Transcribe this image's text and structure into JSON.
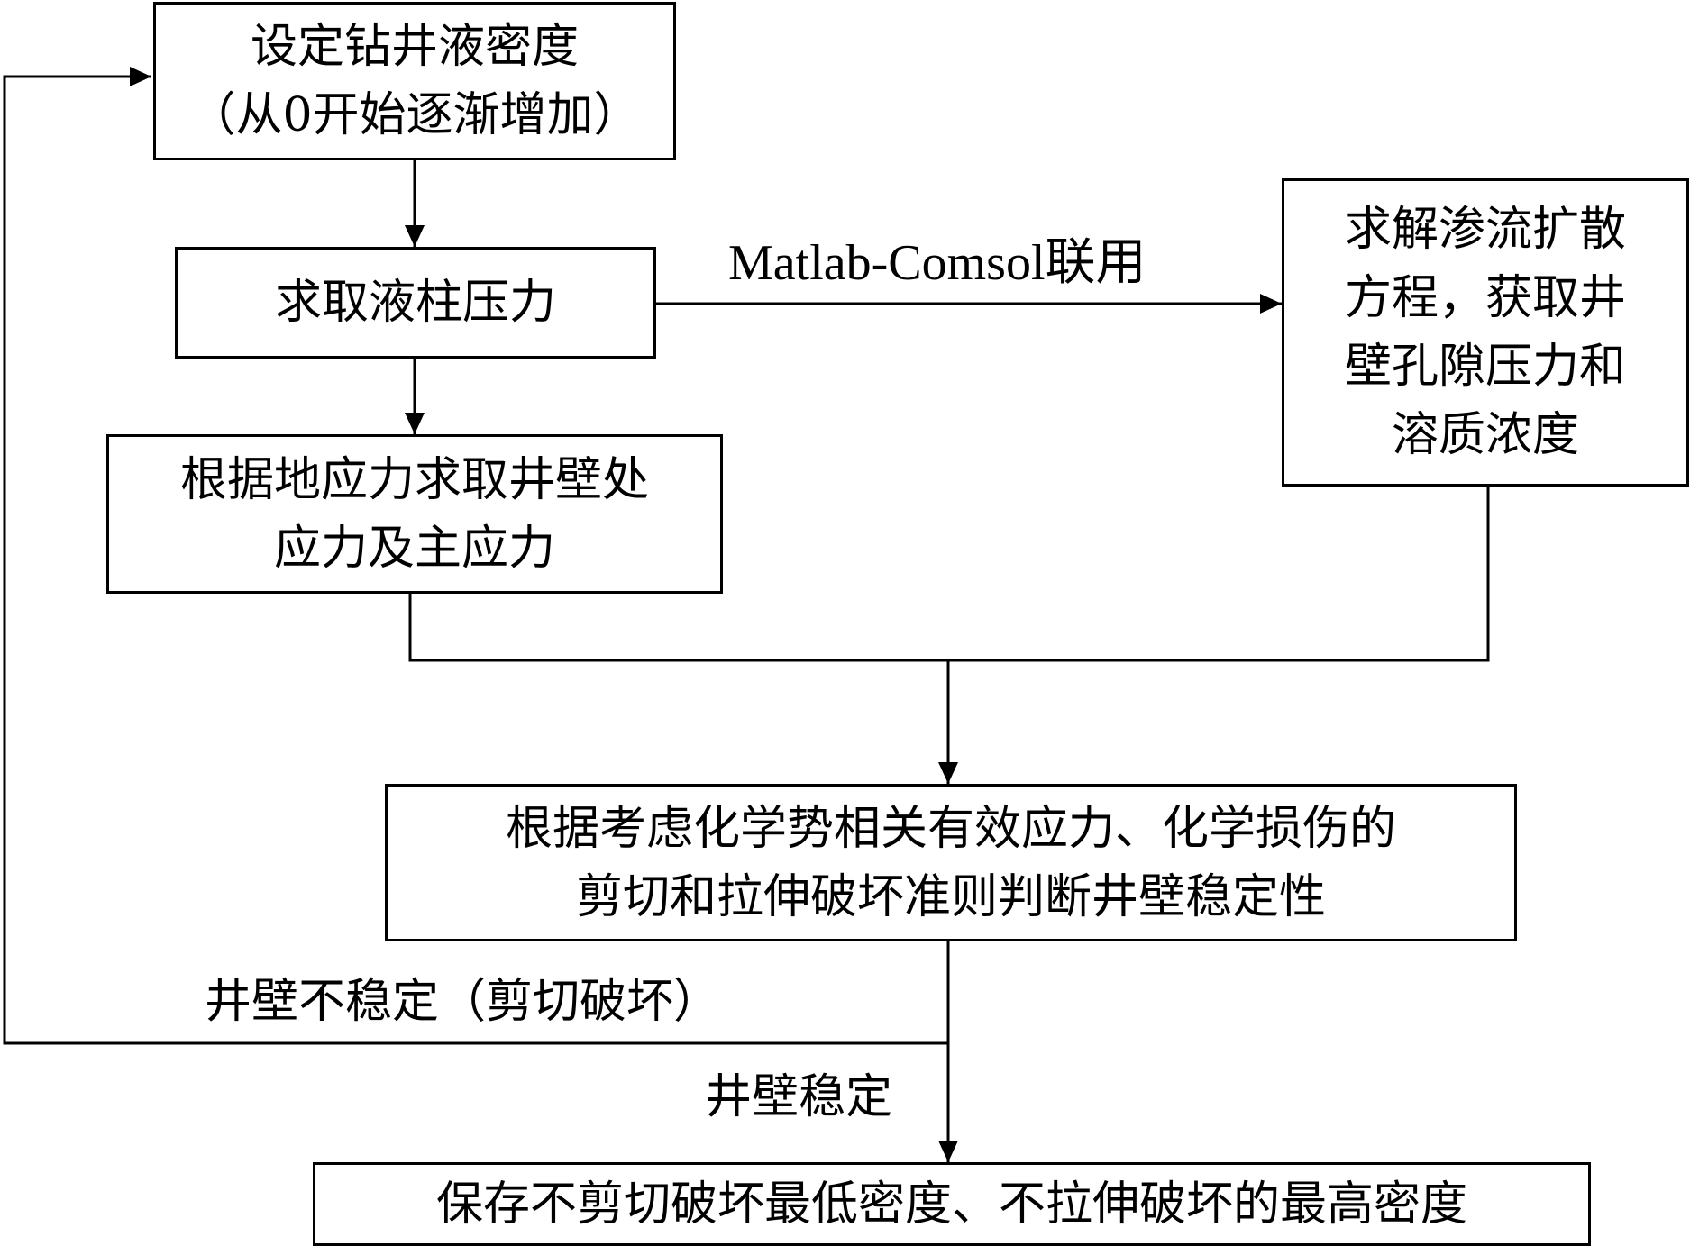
{
  "nodes": {
    "set_density": {
      "lines": [
        "设定钻井液密度",
        "（从0开始逐渐增加）"
      ]
    },
    "liquid_column": {
      "lines": [
        "求取液柱压力"
      ]
    },
    "wall_stress": {
      "lines": [
        "根据地应力求取井壁处",
        "应力及主应力"
      ]
    },
    "seepage": {
      "lines": [
        "求解渗流扩散",
        "方程，获取井",
        "壁孔隙压力和",
        "溶质浓度"
      ]
    },
    "criteria": {
      "lines": [
        "根据考虑化学势相关有效应力、化学损伤的",
        "剪切和拉伸破坏准则判断井壁稳定性"
      ]
    },
    "save": {
      "lines": [
        "保存不剪切破坏最低密度、不拉伸破坏的最高密度"
      ]
    }
  },
  "edge_labels": {
    "coupling": "Matlab-Comsol联用",
    "unstable": "井壁不稳定（剪切破坏）",
    "stable": "井壁稳定"
  }
}
